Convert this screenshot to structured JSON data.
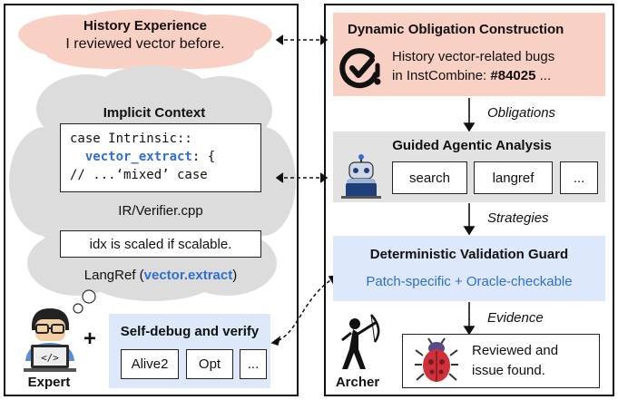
{
  "left": {
    "history": {
      "title": "History Experience",
      "text": "I reviewed vector before."
    },
    "implicit": {
      "title": "Implicit Context",
      "code_line1": "case Intrinsic::",
      "code_line2_fn": "vector_extract",
      "code_line2_rest": ": {",
      "code_line3": "// ...‘mixed’ case",
      "file": "IR/Verifier.cpp",
      "note": "idx is scaled if scalable.",
      "langref_prefix": "LangRef (",
      "langref_term": "vector.extract",
      "langref_suffix": ")"
    },
    "selfdebug": {
      "title": "Self-debug and verify",
      "tools": [
        "Alive2",
        "Opt",
        "..."
      ]
    },
    "expert_label": "Expert",
    "plus": "+"
  },
  "right": {
    "dynamic": {
      "title": "Dynamic Obligation Construction",
      "line1": "History vector-related bugs",
      "line2_prefix": "in InstCombine: ",
      "line2_bold": "#84025",
      "line2_suffix": " ..."
    },
    "obligations_label": "Obligations",
    "guided": {
      "title": "Guided Agentic Analysis",
      "tools": [
        "search",
        "langref",
        "..."
      ]
    },
    "strategies_label": "Strategies",
    "validation": {
      "title": "Deterministic Validation Guard",
      "text": "Patch-specific + Oracle-checkable"
    },
    "evidence_label": "Evidence",
    "result": {
      "line1": "Reviewed and",
      "line2": "issue found."
    },
    "archer_label": "Archer"
  },
  "colors": {
    "salmon": "#f8d1c4",
    "gray_cloud": "#dcdcdc",
    "gray_box": "#e2e2e2",
    "light_blue": "#dde9fa",
    "accent_blue": "#2e6fd1"
  }
}
